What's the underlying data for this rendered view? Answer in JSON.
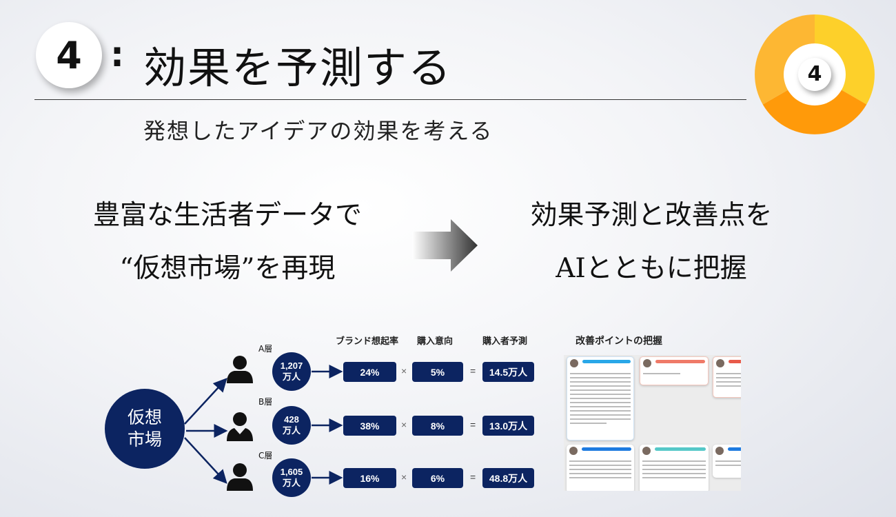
{
  "header": {
    "step_number": "4",
    "colon": ":",
    "title": "効果を予測する",
    "subtitle": "発想したアイデアの効果を考える"
  },
  "progress_ring": {
    "label": "4",
    "colors": [
      "#FDD02A",
      "#FF9A0A",
      "#FDB733"
    ]
  },
  "left_message": {
    "line1": "豊富な生活者データで",
    "line2": "“仮想市場”を再現"
  },
  "right_message": {
    "line1": "効果予測と改善点を",
    "line2": "AIとともに把握"
  },
  "diagram": {
    "market_label_line1": "仮想",
    "market_label_line2": "市場",
    "columns": [
      "ブランド想起率",
      "購入意向",
      "購入者予測"
    ],
    "multiply": "×",
    "equals": "=",
    "segments": [
      {
        "layer": "A層",
        "pop_num": "1,207",
        "pop_unit": "万人",
        "awareness": "24%",
        "intent": "5%",
        "buyers": "14.5万人"
      },
      {
        "layer": "B層",
        "pop_num": "428",
        "pop_unit": "万人",
        "awareness": "38%",
        "intent": "8%",
        "buyers": "13.0万人"
      },
      {
        "layer": "C層",
        "pop_num": "1,605",
        "pop_unit": "万人",
        "awareness": "16%",
        "intent": "6%",
        "buyers": "48.8万人"
      }
    ]
  },
  "improvement": {
    "title": "改善ポイントの把握"
  },
  "colors": {
    "navy": "#0c2461"
  }
}
